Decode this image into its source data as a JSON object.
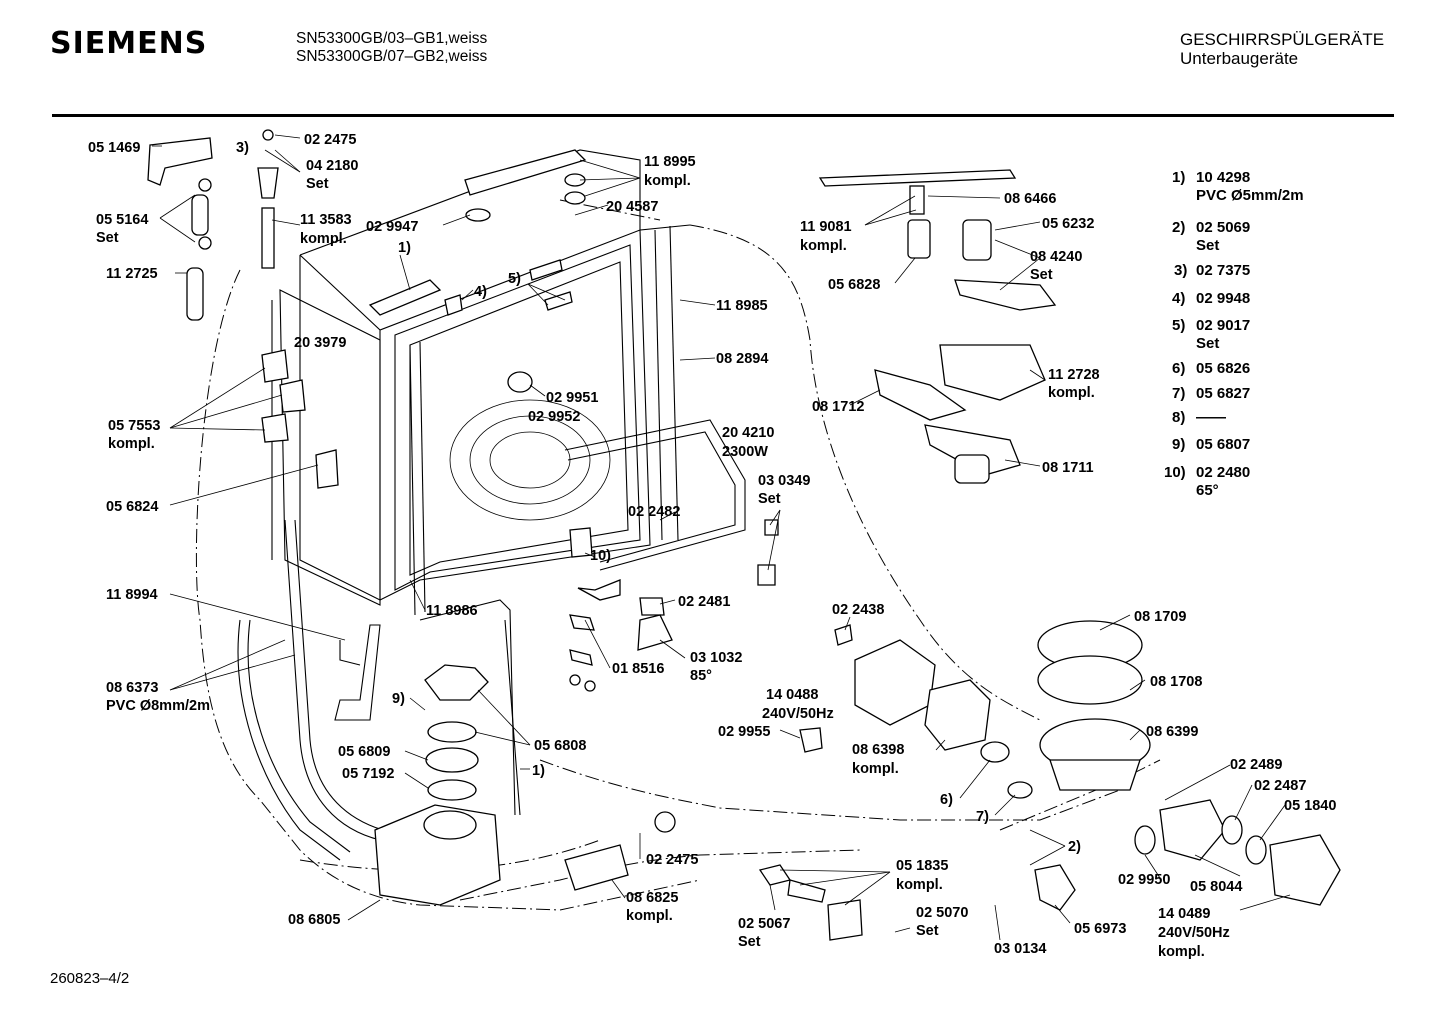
{
  "header": {
    "brand": "SIEMENS",
    "models": [
      "SN53300GB/03–GB1,weiss",
      "SN53300GB/07–GB2,weiss"
    ],
    "category": [
      "GESCHIRRSPÜLGERÄTE",
      "Unterbaugeräte"
    ]
  },
  "footer": {
    "code": "260823–4/2"
  },
  "labels": {
    "l051469": "05 1469",
    "l055164": [
      "05 5164",
      "Set"
    ],
    "l112725": "11 2725",
    "l3": "3)",
    "l022475a": "02 2475",
    "l042180": [
      "04 2180",
      "Set"
    ],
    "l113583": [
      "11 3583",
      "kompl."
    ],
    "l029947": "02 9947",
    "l118995": [
      "11 8995",
      "kompl."
    ],
    "l204587": "20 4587",
    "l1a": "1)",
    "l4": "4)",
    "l5": "5)",
    "l203979": "20 3979",
    "l118985": "11 8985",
    "l082894": "08 2894",
    "l029951": "02 9951",
    "l029952": "02 9952",
    "l057553": [
      "05 7553",
      "kompl."
    ],
    "l056824": "05 6824",
    "l204210": [
      "20 4210",
      "2300W"
    ],
    "l030349": [
      "03 0349",
      "Set"
    ],
    "l022482": "02 2482",
    "l10": "10)",
    "l118994": "11 8994",
    "l118986": "11 8986",
    "l022481": "02 2481",
    "l086373": [
      "08 6373",
      "PVC Ø8mm/2m"
    ],
    "l9": "9)",
    "l031032": [
      "03 1032",
      "85°"
    ],
    "l018516": "01 8516",
    "l056809": "05 6809",
    "l056808": "05 6808",
    "l057192": "05 7192",
    "l1b": "1)",
    "l022438": "02 2438",
    "l140488": [
      "14 0488",
      "240V/50Hz"
    ],
    "l029955": "02 9955",
    "l086398": [
      "08 6398",
      "kompl."
    ],
    "l6": "6)",
    "l7": "7)",
    "l081709": "08 1709",
    "l081708": "08 1708",
    "l086399": "08 6399",
    "l022489": "02 2489",
    "l022487": "02 2487",
    "l051840": "05 1840",
    "l2": "2)",
    "l022475b": "02 2475",
    "l086825": [
      "08 6825",
      "kompl."
    ],
    "l051835": [
      "05 1835",
      "kompl."
    ],
    "l029950": "02 9950",
    "l058044": "05 8044",
    "l086805": "08 6805",
    "l025067": [
      "02 5067",
      "Set"
    ],
    "l025070": [
      "02 5070",
      "Set"
    ],
    "l030134": "03 0134",
    "l056973": "05 6973",
    "l140489": [
      "14 0489",
      "240V/50Hz",
      "kompl."
    ],
    "l086466": "08 6466",
    "l119081": [
      "11 9081",
      "kompl."
    ],
    "l056232": "05 6232",
    "l084240": [
      "08 4240",
      "Set"
    ],
    "l056828": "05 6828",
    "l112728": [
      "11 2728",
      "kompl."
    ],
    "l081712": "08 1712",
    "l081711": "08 1711"
  },
  "legend": [
    {
      "num": "1)",
      "lines": [
        "10 4298",
        "PVC Ø5mm/2m"
      ]
    },
    {
      "num": "2)",
      "lines": [
        "02 5069",
        "Set"
      ]
    },
    {
      "num": "3)",
      "lines": [
        "02 7375"
      ]
    },
    {
      "num": "4)",
      "lines": [
        "02 9948"
      ]
    },
    {
      "num": "5)",
      "lines": [
        "02 9017",
        "Set"
      ]
    },
    {
      "num": "6)",
      "lines": [
        "05 6826"
      ]
    },
    {
      "num": "7)",
      "lines": [
        "05 6827"
      ]
    },
    {
      "num": "8)",
      "lines": [
        "——"
      ]
    },
    {
      "num": "9)",
      "lines": [
        "05 6807"
      ]
    },
    {
      "num": "10)",
      "lines": [
        "02 2480",
        "65°"
      ]
    }
  ]
}
